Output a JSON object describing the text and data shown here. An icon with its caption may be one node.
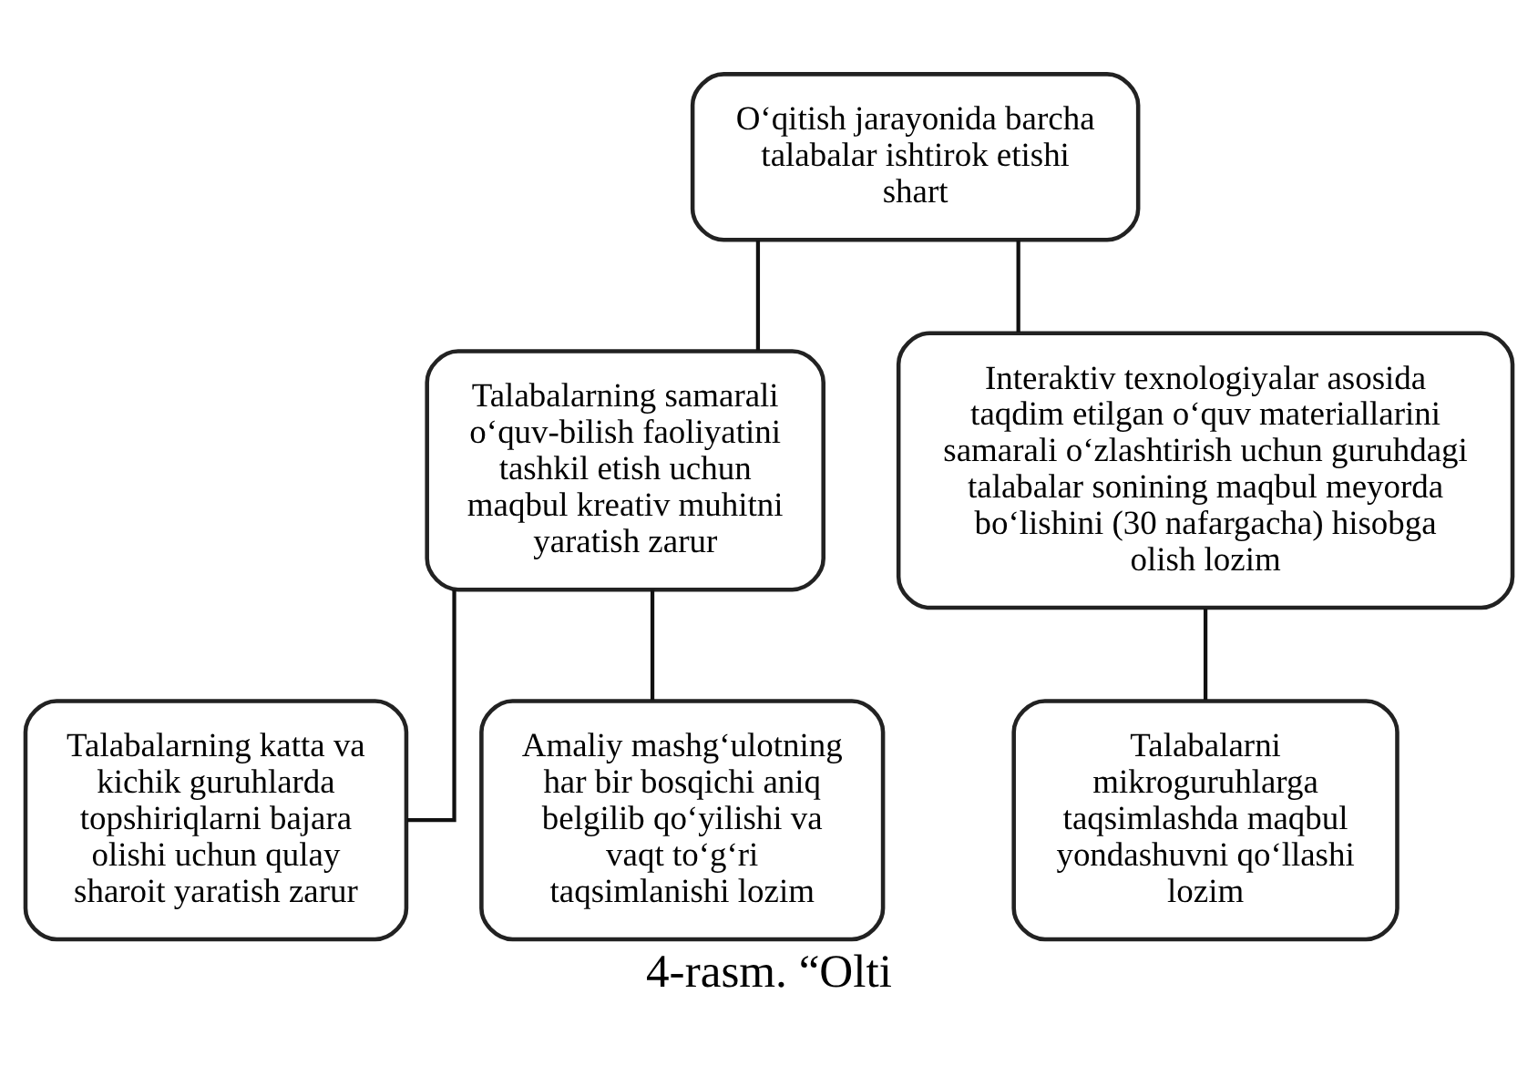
{
  "diagram": {
    "caption": "4-rasm. “Olti",
    "nodes": [
      {
        "text": [
          "O‘qitish jarayonida barcha talabalar ishtirok etishi shart"
        ]
      },
      {
        "text": [
          "Talabalarning samarali o‘quv-bilish faoliyatini tashkil etish uchun maqbul kreativ muhitni yaratish zarur"
        ]
      },
      {
        "text": [
          "Interaktiv texnologiyalar asosida taqdim etilgan o‘quv materiallarini samarali o‘zlashtirish uchun guruhdagi talabalar sonining maqbul meyorda bo‘lishini (30 nafargacha) hisobga olish lozim"
        ]
      },
      {
        "text": [
          "Talabalarning katta va kichik guruhlarda topshiriqlarni bajara olishi uchun qulay sharoit yaratish zarur"
        ]
      },
      {
        "text": [
          "Amaliy mashg‘ulotning har bir bosqichi aniq belgilib qo‘yilishi va vaqt to‘g‘ri taqsimlanishi lozim"
        ]
      },
      {
        "text": [
          "Talabalarni mikroguruhlarga taqsimlashda maqbul yondashuvni qo‘llashi lozim"
        ]
      }
    ],
    "edges": [
      {
        "from": 0,
        "to": 1,
        "arrow": "none"
      },
      {
        "from": 0,
        "to": 2,
        "arrow": "none"
      },
      {
        "from": 1,
        "to": 3,
        "arrow": "none"
      },
      {
        "from": 1,
        "to": 4,
        "arrow": "none"
      },
      {
        "from": 2,
        "to": 5,
        "arrow": "none"
      }
    ]
  }
}
